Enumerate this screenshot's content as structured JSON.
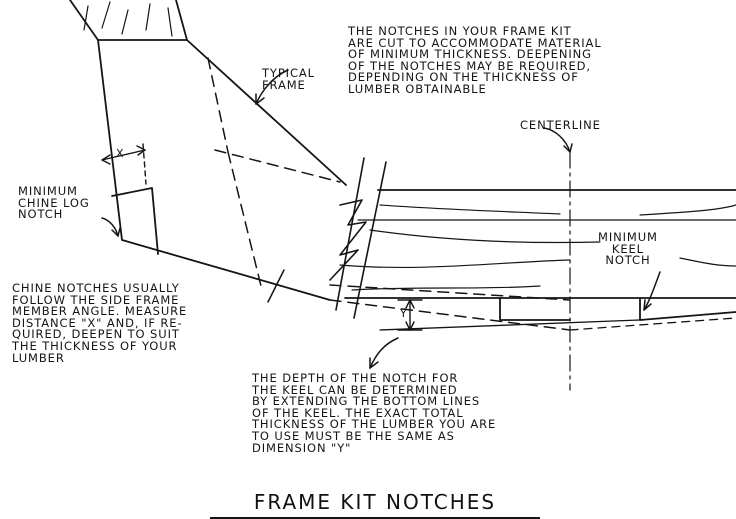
{
  "figure": {
    "caption": "FRAME KIT NOTCHES",
    "callouts": {
      "intro_note": "THE NOTCHES IN YOUR FRAME KIT\nARE CUT TO ACCOMMODATE MATERIAL\nOF MINIMUM THICKNESS. DEEPENING\nOF THE NOTCHES MAY BE REQUIRED,\nDEPENDING ON THE THICKNESS OF\nLUMBER OBTAINABLE",
      "typical_frame": "TYPICAL\nFRAME",
      "centerline": "CENTERLINE",
      "dimension_x": "X",
      "min_chine_log_notch": "MINIMUM\nCHINE LOG\nNOTCH",
      "min_keel_notch": "MINIMUM\nKEEL\nNOTCH",
      "chine_notes": "CHINE NOTCHES USUALLY\nFOLLOW THE SIDE FRAME\nMEMBER ANGLE. MEASURE\nDISTANCE \"X\" AND, IF RE-\nQUIRED, DEEPEN TO SUIT\nTHE THICKNESS OF YOUR\nLUMBER",
      "dimension_y": "Y",
      "keel_depth_note": "THE DEPTH OF THE NOTCH FOR\nTHE KEEL CAN BE DETERMINED\nBY EXTENDING THE BOTTOM LINES\nOF THE KEEL. THE EXACT TOTAL\nTHICKNESS OF THE LUMBER YOU ARE\nTO USE MUST BE THE SAME AS\nDIMENSION \"Y\""
    }
  }
}
